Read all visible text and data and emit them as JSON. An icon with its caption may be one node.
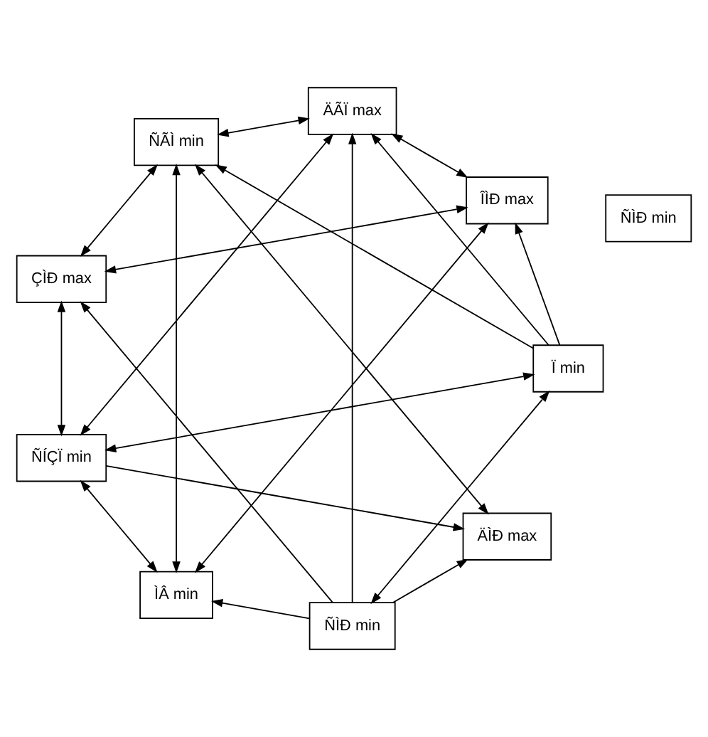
{
  "diagram": {
    "nodes": [
      {
        "text": [
          "ÑÌÐ min"
        ]
      },
      {
        "text": [
          "ÄÌÐ max"
        ]
      },
      {
        "text": [
          "ÑÌÐ min"
        ]
      },
      {
        "text": [
          "Ï min"
        ]
      },
      {
        "text": [
          "ÇÌÐ max"
        ]
      },
      {
        "text": [
          "ÑÍÇÏ min"
        ]
      },
      {
        "text": [
          "ÌÂ min"
        ]
      },
      {
        "text": [
          "ÎÌÐ max"
        ]
      },
      {
        "text": [
          "ÑÃÌ min"
        ]
      },
      {
        "text": [
          "ÄÃÏ max"
        ]
      }
    ],
    "edges": [
      {
        "from": 2,
        "to": 3,
        "arrow": "both"
      },
      {
        "from": 3,
        "to": 5,
        "arrow": "both"
      },
      {
        "from": 2,
        "to": 1,
        "arrow": "to"
      },
      {
        "from": 2,
        "to": 4,
        "arrow": "to"
      },
      {
        "from": 8,
        "to": 1,
        "arrow": "both"
      },
      {
        "from": 5,
        "to": 1,
        "arrow": "to"
      },
      {
        "from": 4,
        "to": 5,
        "arrow": "both"
      },
      {
        "from": 4,
        "to": 8,
        "arrow": "both"
      },
      {
        "from": 2,
        "to": 6,
        "arrow": "to"
      },
      {
        "from": 6,
        "to": 5,
        "arrow": "both"
      },
      {
        "from": 6,
        "to": 8,
        "arrow": "both"
      },
      {
        "from": 6,
        "to": 7,
        "arrow": "both"
      },
      {
        "from": 4,
        "to": 7,
        "arrow": "both"
      },
      {
        "from": 3,
        "to": 7,
        "arrow": "to"
      },
      {
        "from": 7,
        "to": 9,
        "arrow": "both"
      },
      {
        "from": 2,
        "to": 9,
        "arrow": "to"
      },
      {
        "from": 3,
        "to": 9,
        "arrow": "to"
      },
      {
        "from": 9,
        "to": 8,
        "arrow": "both"
      },
      {
        "from": 9,
        "to": 5,
        "arrow": "both"
      },
      {
        "from": 3,
        "to": 8,
        "arrow": "to"
      }
    ]
  }
}
